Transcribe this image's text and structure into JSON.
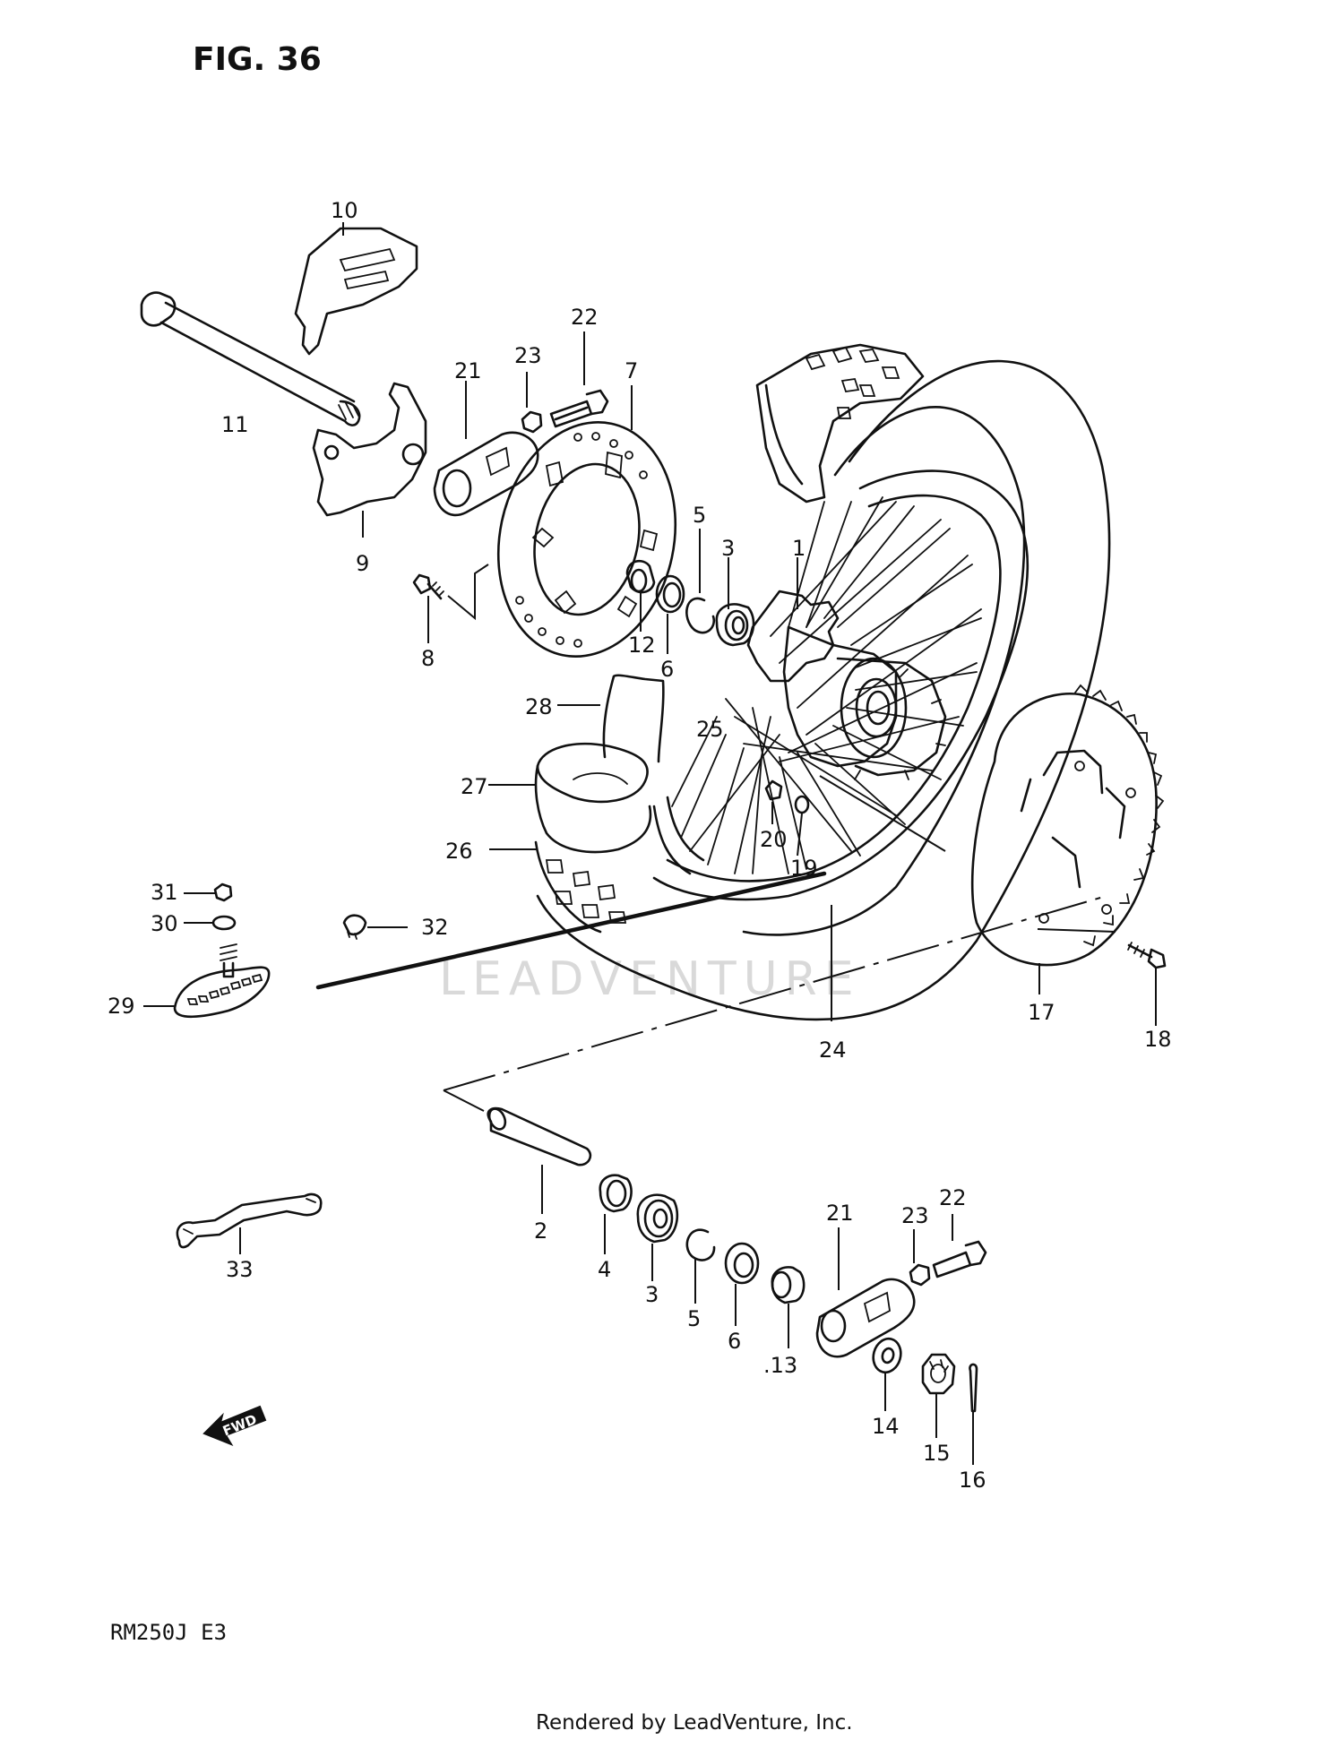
{
  "figure": {
    "title": "FIG. 36",
    "model": "RM250J  E3",
    "credit": "Rendered by LeadVenture, Inc.",
    "watermark": "LEADVENTURE",
    "fwd_label": "FWD"
  },
  "callouts": [
    {
      "id": "1",
      "label": "1"
    },
    {
      "id": "2",
      "label": "2"
    },
    {
      "id": "3a",
      "label": "3"
    },
    {
      "id": "3b",
      "label": "3"
    },
    {
      "id": "4",
      "label": "4"
    },
    {
      "id": "5a",
      "label": "5"
    },
    {
      "id": "5b",
      "label": "5"
    },
    {
      "id": "6a",
      "label": "6"
    },
    {
      "id": "6b",
      "label": "6"
    },
    {
      "id": "7",
      "label": "7"
    },
    {
      "id": "8",
      "label": "8"
    },
    {
      "id": "9",
      "label": "9"
    },
    {
      "id": "10",
      "label": "10"
    },
    {
      "id": "11",
      "label": "11"
    },
    {
      "id": "12",
      "label": "12"
    },
    {
      "id": "13",
      "label": ".13"
    },
    {
      "id": "14",
      "label": "14"
    },
    {
      "id": "15",
      "label": "15"
    },
    {
      "id": "16",
      "label": "16"
    },
    {
      "id": "17",
      "label": "17"
    },
    {
      "id": "18",
      "label": "18"
    },
    {
      "id": "19",
      "label": "19"
    },
    {
      "id": "20",
      "label": "20"
    },
    {
      "id": "21a",
      "label": "21"
    },
    {
      "id": "21b",
      "label": "21"
    },
    {
      "id": "22a",
      "label": "22"
    },
    {
      "id": "22b",
      "label": "22"
    },
    {
      "id": "23a",
      "label": "23"
    },
    {
      "id": "23b",
      "label": "23"
    },
    {
      "id": "24",
      "label": "24"
    },
    {
      "id": "25",
      "label": "25"
    },
    {
      "id": "26",
      "label": "26"
    },
    {
      "id": "27",
      "label": "27"
    },
    {
      "id": "28",
      "label": "28"
    },
    {
      "id": "29",
      "label": "29"
    },
    {
      "id": "30",
      "label": "30"
    },
    {
      "id": "31",
      "label": "31"
    },
    {
      "id": "32",
      "label": "32"
    },
    {
      "id": "33",
      "label": "33"
    }
  ]
}
